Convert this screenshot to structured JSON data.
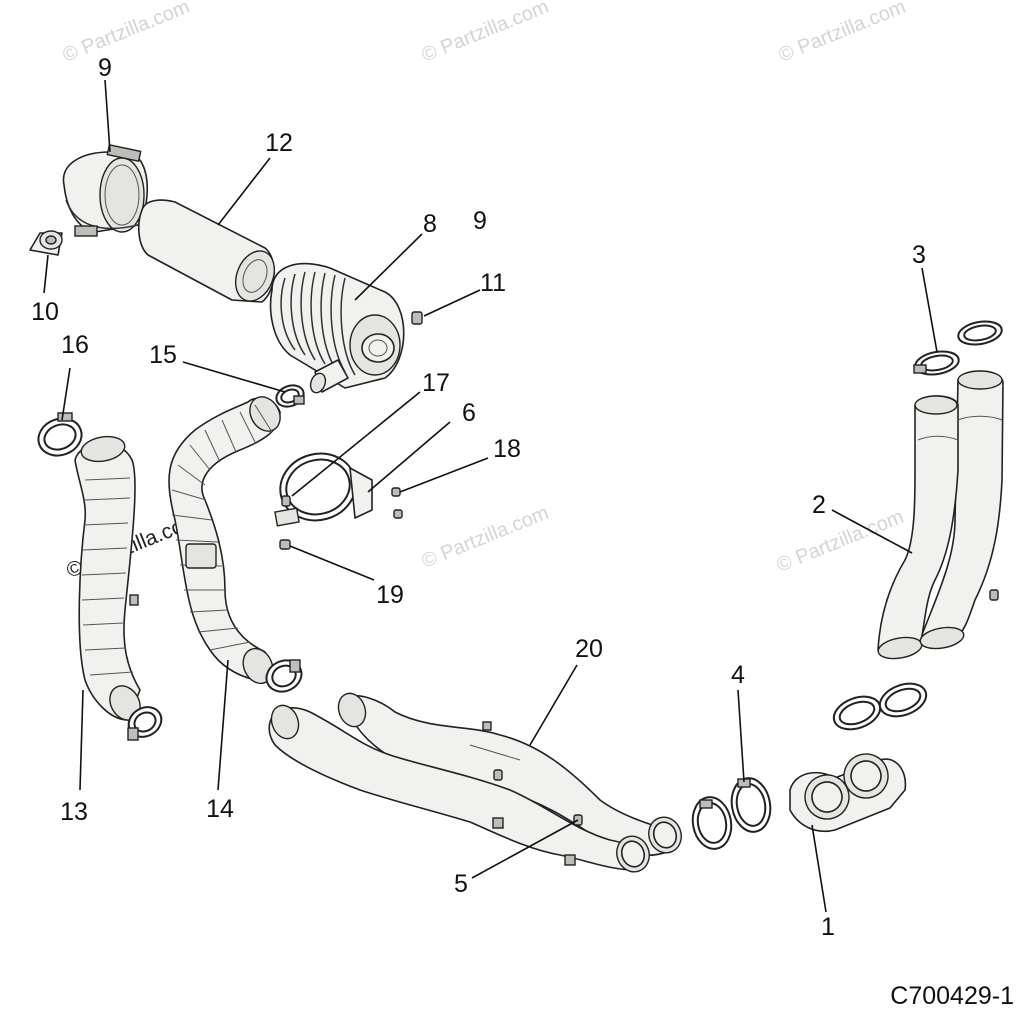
{
  "diagram_code": "C700429-1",
  "watermark_text": "© Partzilla.com",
  "callouts": [
    "9",
    "12",
    "8",
    "9",
    "11",
    "10",
    "16",
    "15",
    "17",
    "6",
    "18",
    "3",
    "2",
    "19",
    "20",
    "4",
    "13",
    "14",
    "5",
    "1"
  ],
  "parts": [
    {
      "name": "air-filter-housing-clamp",
      "callout": "9"
    },
    {
      "name": "air-filter-cleaner-element",
      "callout": "12"
    },
    {
      "name": "air-box-housing",
      "callout": "8"
    },
    {
      "name": "air-box-cover-clamp",
      "callout": "9"
    },
    {
      "name": "vent-screw",
      "callout": "11"
    },
    {
      "name": "dust-valve",
      "callout": "10"
    },
    {
      "name": "hose-clamp-left",
      "callout": "16"
    },
    {
      "name": "hose-clamp-center",
      "callout": "15"
    },
    {
      "name": "bracket-bolt",
      "callout": "17"
    },
    {
      "name": "air-box-bracket",
      "callout": "6"
    },
    {
      "name": "bracket-screw",
      "callout": "18"
    },
    {
      "name": "intake-clamp-upper",
      "callout": "3"
    },
    {
      "name": "intake-duct-y",
      "callout": "2"
    },
    {
      "name": "bracket-nut",
      "callout": "19"
    },
    {
      "name": "intake-tube-twin",
      "callout": "20"
    },
    {
      "name": "coupler-clamp",
      "callout": "4"
    },
    {
      "name": "intake-hose-left",
      "callout": "13"
    },
    {
      "name": "intake-hose-center",
      "callout": "14"
    },
    {
      "name": "tube-screw",
      "callout": "5"
    },
    {
      "name": "twin-coupler",
      "callout": "1"
    }
  ]
}
